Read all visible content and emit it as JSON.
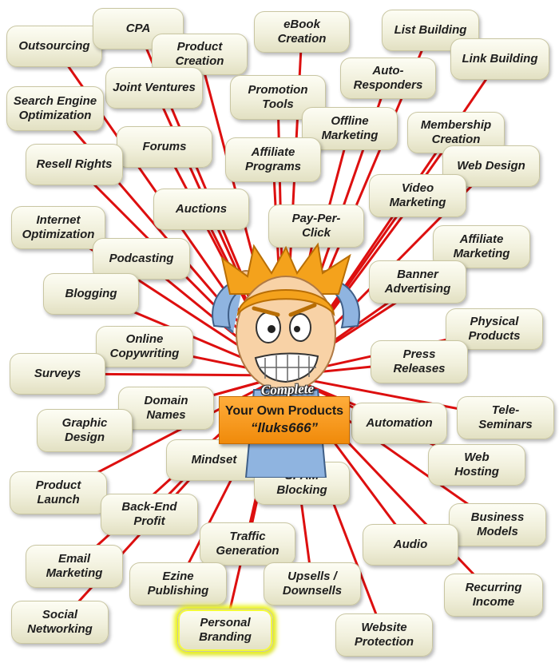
{
  "center": {
    "banner": "Complete",
    "title": "Your Own Products",
    "user": "“lluks666”"
  },
  "nodes": [
    {
      "label": "Outsourcing",
      "icon": "bubble"
    },
    {
      "label": "CPA"
    },
    {
      "label": "Product\nCreation"
    },
    {
      "label": "eBook\nCreation"
    },
    {
      "label": "List Building"
    },
    {
      "label": "Link Building"
    },
    {
      "label": "Joint Ventures"
    },
    {
      "label": "Auto-\nResponders"
    },
    {
      "label": "Search Engine\nOptimization"
    },
    {
      "label": "Promotion\nTools"
    },
    {
      "label": "Offline\nMarketing"
    },
    {
      "label": "Membership\nCreation"
    },
    {
      "label": "Forums"
    },
    {
      "label": "Resell Rights"
    },
    {
      "label": "Affiliate\nPrograms"
    },
    {
      "label": "Web Design"
    },
    {
      "label": "Video\nMarketing"
    },
    {
      "label": "Auctions"
    },
    {
      "label": "Internet\nOptimization"
    },
    {
      "label": "Pay-Per-\nClick"
    },
    {
      "label": "Affiliate\nMarketing"
    },
    {
      "label": "Podcasting"
    },
    {
      "label": "Banner\nAdvertising"
    },
    {
      "label": "Blogging"
    },
    {
      "label": "Physical\nProducts"
    },
    {
      "label": "Online\nCopywriting"
    },
    {
      "label": "Press\nReleases"
    },
    {
      "label": "Surveys"
    },
    {
      "label": "Domain\nNames"
    },
    {
      "label": "Tele-\nSeminars"
    },
    {
      "label": "Graphic\nDesign"
    },
    {
      "label": "Automation"
    },
    {
      "label": "Mindset"
    },
    {
      "label": "Web\nHosting"
    },
    {
      "label": "SPAM\nBlocking"
    },
    {
      "label": "Product\nLaunch"
    },
    {
      "label": "Back-End\nProfit"
    },
    {
      "label": "Business\nModels"
    },
    {
      "label": "Traffic\nGeneration"
    },
    {
      "label": "Audio"
    },
    {
      "label": "Email\nMarketing"
    },
    {
      "label": "Ezine\nPublishing"
    },
    {
      "label": "Upsells /\nDownsells"
    },
    {
      "label": "Recurring\nIncome"
    },
    {
      "label": "Social\nNetworking"
    },
    {
      "label": "Personal\nBranding",
      "highlighted": true
    },
    {
      "label": "Website\nProtection"
    }
  ],
  "colors": {
    "link": "#dd0f0f",
    "node_fill": "#f1f0dc",
    "center_fill": "#f7960f",
    "highlight": "#eef51a",
    "hair": "#f4a21c",
    "shirt": "#8fb4e0"
  }
}
